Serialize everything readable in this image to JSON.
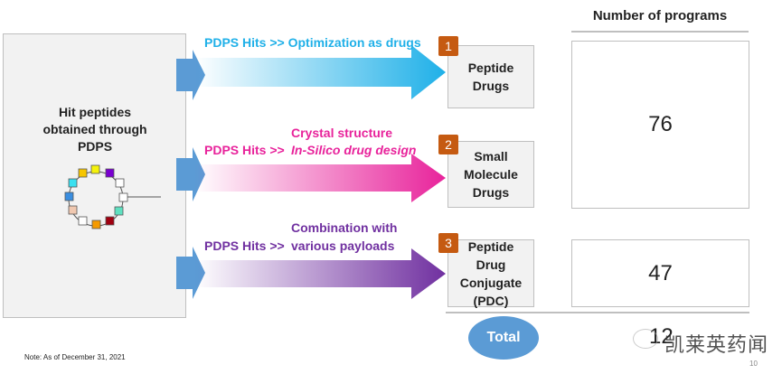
{
  "header": {
    "title": "Number of programs"
  },
  "source": {
    "title": "Hit peptides obtained through PDPS"
  },
  "routes": [
    {
      "number": "1",
      "label_prefix": "PDPS Hits >> Optimization as drugs",
      "label_extra": "",
      "box": "Peptide Drugs",
      "color": "#1fb0e8"
    },
    {
      "number": "2",
      "label_prefix": "PDPS Hits >>",
      "label_extra_1": "Crystal structure",
      "label_extra_2": "In-Silico drug design",
      "box": "Small Molecule Drugs",
      "color": "#e8239b"
    },
    {
      "number": "3",
      "label_prefix": "PDPS Hits >>",
      "label_extra_1": "Combination with",
      "label_extra_2": "various payloads",
      "box": "Peptide Drug Conjugate (PDC)",
      "color": "#7030a0"
    }
  ],
  "counts": {
    "peptide_and_small_molecule": "76",
    "pdc": "47",
    "total_label": "Total",
    "total_value": "12"
  },
  "note": "Note: As of December 31, 2021",
  "page_number": "10",
  "watermark": "凯莱英药闻",
  "colors": {
    "blue_arrow": "#5b9bd5",
    "number_badge": "#c55a11",
    "total_ellipse": "#5b9bd5"
  }
}
